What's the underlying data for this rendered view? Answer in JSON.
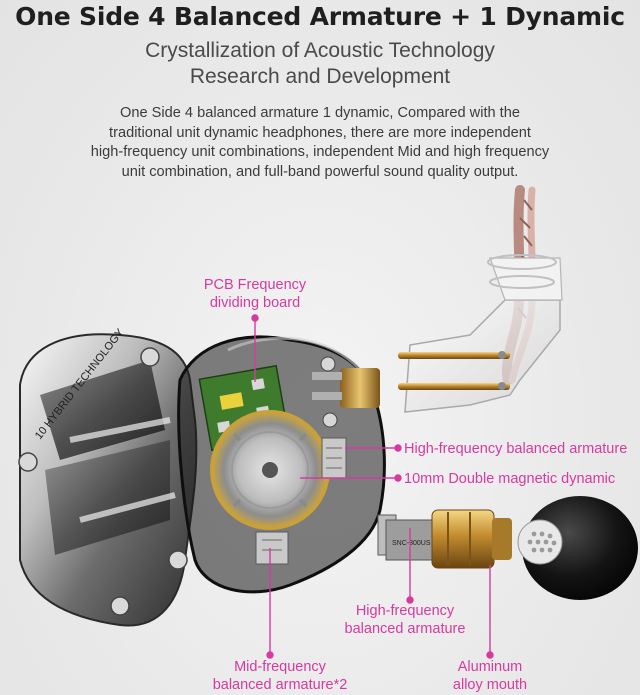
{
  "header": {
    "title": "One Side 4 Balanced Armature + 1 Dynamic",
    "subtitle_lines": [
      "Crystallization of Acoustic Technology",
      "Research and Development"
    ],
    "description_lines": [
      "One Side 4 balanced armature 1 dynamic, Compared with the",
      "traditional unit dynamic headphones, there are more independent",
      "high-frequency unit combinations, independent Mid and high frequency",
      "unit combination, and full-band powerful sound quality output."
    ]
  },
  "earphone": {
    "faceplate_text": "10 HYBRID TECHNOLOGY",
    "nozzle_text": "SNC-300US"
  },
  "callouts": {
    "pcb": [
      "PCB Frequency",
      "dividing board"
    ],
    "hf_ba_right": "High-frequency balanced armature",
    "dynamic": "10mm Double magnetic dynamic",
    "hf_ba_bottom": [
      "High-frequency",
      "balanced armature"
    ],
    "mid_ba": [
      "Mid-frequency",
      "balanced armature*2"
    ],
    "alloy_mouth": [
      "Aluminum",
      "alloy mouth"
    ]
  },
  "colors": {
    "accent": "#d63aa0",
    "title": "#1f1f1f",
    "background": "#ededed"
  }
}
